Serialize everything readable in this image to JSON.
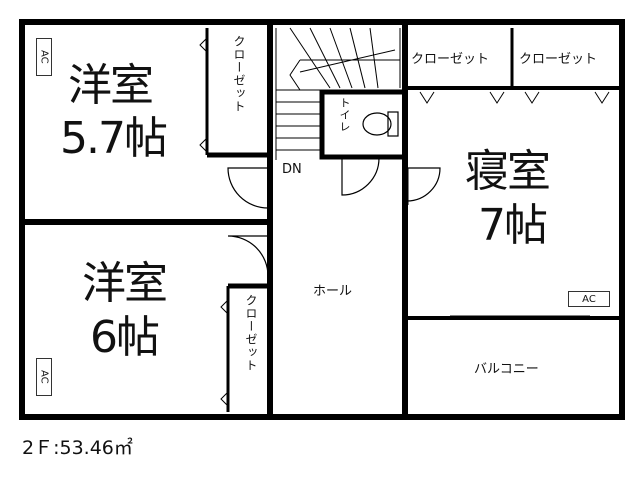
{
  "plan": {
    "rooms": {
      "western1_name": "洋室",
      "western1_size": "5.7帖",
      "western2_name": "洋室",
      "western2_size": "6帖",
      "bedroom_name": "寝室",
      "bedroom_size": "7帖",
      "hall": "ホール",
      "balcony": "バルコニー",
      "toilet": "トイレ"
    },
    "closet_vertical": "クローゼット",
    "closet_top": "クローゼット",
    "stairs_label": "DN",
    "ac_label": "AC",
    "floor_area": "2Ｆ:53.46㎡"
  }
}
